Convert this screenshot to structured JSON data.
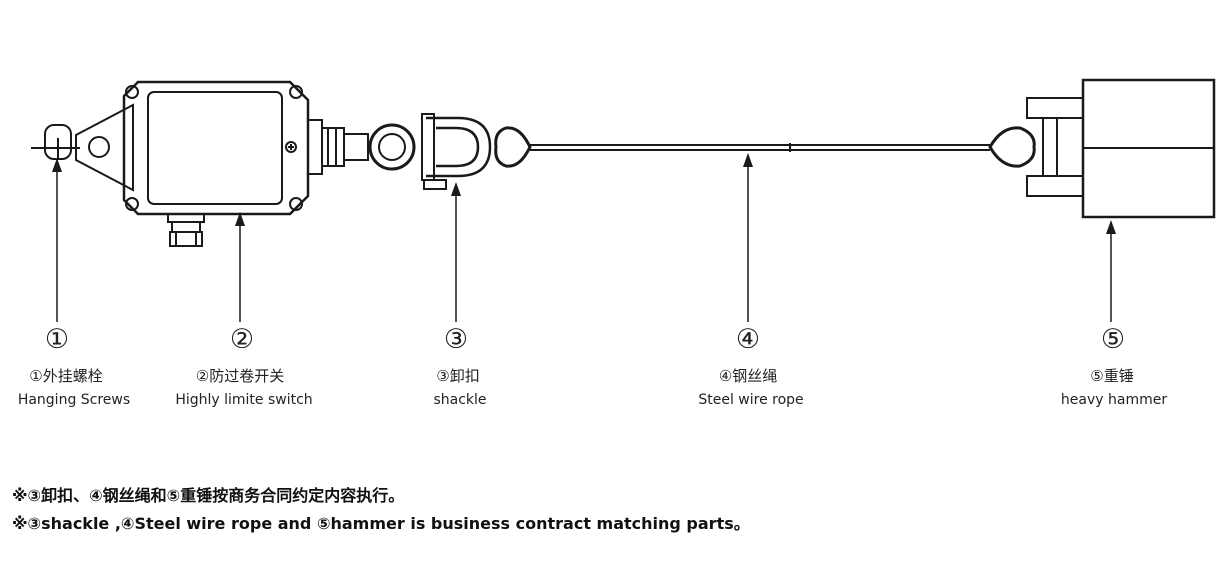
{
  "parts": [
    {
      "number": "①",
      "name_cn": "①外挂螺栓",
      "name_en": "Hanging Screws"
    },
    {
      "number": "②",
      "name_cn": "②防过卷开关",
      "name_en": "Highly limite switch"
    },
    {
      "number": "③",
      "name_cn": "③卸扣",
      "name_en": "shackle"
    },
    {
      "number": "④",
      "name_cn": "④钢丝绳",
      "name_en": "Steel wire rope"
    },
    {
      "number": "⑤",
      "name_cn": "⑤重锤",
      "name_en": "heavy hammer"
    }
  ],
  "notes": {
    "cn": "※③卸扣、④钢丝绳和⑤重锤按商务合同约定内容执行。",
    "en": "※③shackle  ,④Steel wire rope and ⑤hammer is business contract matching parts。"
  },
  "colors": {
    "line": "#1a1a1a",
    "background": "#ffffff"
  }
}
